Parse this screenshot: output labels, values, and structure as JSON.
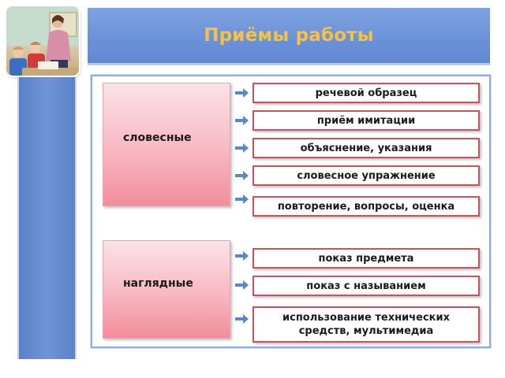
{
  "title": "Приёмы работы",
  "photo": {
    "icon": "classroom-photo"
  },
  "colors": {
    "title_text": "#f5c242",
    "banner": "#6a91d8",
    "side_bar": "#6189d2",
    "item_border": "#c7545c",
    "category_fill": "#f8b8c2",
    "arrow": "#5b86c8"
  },
  "groups": [
    {
      "label": "словесные",
      "items": [
        "речевой образец",
        "приём имитации",
        "объяснение, указания",
        "словесное упражнение",
        "повторение, вопросы, оценка"
      ]
    },
    {
      "label": "наглядные",
      "items": [
        "показ предмета",
        "показ с называнием",
        "использование технических средств, мультимедиа"
      ]
    }
  ]
}
